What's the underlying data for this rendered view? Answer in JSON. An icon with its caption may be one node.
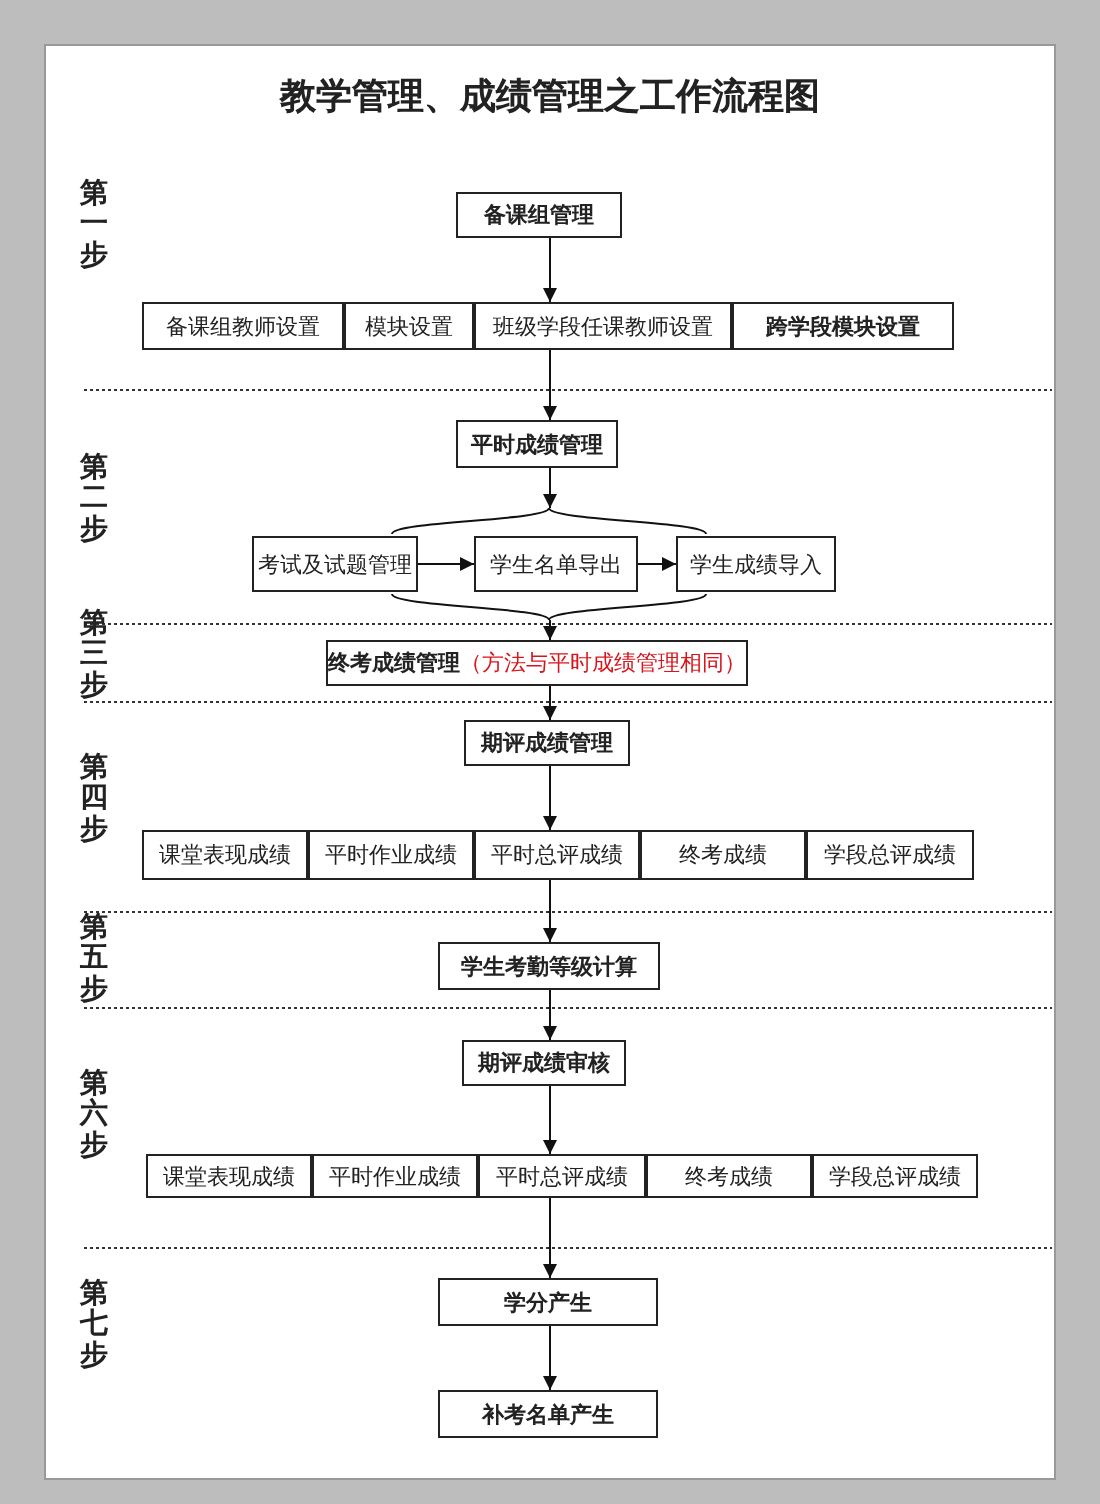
{
  "diagram": {
    "title": "教学管理、成绩管理之工作流程图",
    "nodes": [
      {
        "text": [
          "备课组管理"
        ]
      },
      {
        "text": [
          "备课组教师设置"
        ]
      },
      {
        "text": [
          "模块设置"
        ]
      },
      {
        "text": [
          "班级学段任课教师设置"
        ]
      },
      {
        "text": [
          "跨学段模块设置"
        ]
      },
      {
        "text": [
          "平时成绩管理"
        ]
      },
      {
        "text": [
          "考试及试题管理"
        ]
      },
      {
        "text": [
          "学生名单导出"
        ]
      },
      {
        "text": [
          "学生成绩导入"
        ]
      },
      {
        "text": [
          "终考成绩管理",
          "（方法与平时成绩管理相同）"
        ]
      },
      {
        "text": [
          "期评成绩管理"
        ]
      },
      {
        "text": [
          "课堂表现成绩"
        ]
      },
      {
        "text": [
          "平时作业成绩"
        ]
      },
      {
        "text": [
          "平时总评成绩"
        ]
      },
      {
        "text": [
          "终考成绩"
        ]
      },
      {
        "text": [
          "学段总评成绩"
        ]
      },
      {
        "text": [
          "学生考勤等级计算"
        ]
      },
      {
        "text": [
          "期评成绩审核"
        ]
      },
      {
        "text": [
          "课堂表现成绩"
        ]
      },
      {
        "text": [
          "平时作业成绩"
        ]
      },
      {
        "text": [
          "平时总评成绩"
        ]
      },
      {
        "text": [
          "终考成绩"
        ]
      },
      {
        "text": [
          "学段总评成绩"
        ]
      },
      {
        "text": [
          "学分产生"
        ]
      },
      {
        "text": [
          "补考名单产生"
        ]
      },
      {
        "text": [],
        "shape": "brace"
      },
      {
        "text": [],
        "shape": "brace"
      }
    ],
    "edges": [
      {
        "from": 0,
        "to": 3,
        "arrow": "to"
      },
      {
        "from": 3,
        "to": 5,
        "arrow": "to"
      },
      {
        "from": 5,
        "to": 25,
        "arrow": "to"
      },
      {
        "from": 6,
        "to": 7,
        "arrow": "to"
      },
      {
        "from": 7,
        "to": 8,
        "arrow": "to"
      },
      {
        "from": 26,
        "to": 9,
        "arrow": "to"
      },
      {
        "from": 9,
        "to": 10,
        "arrow": "to"
      },
      {
        "from": 10,
        "to": 13,
        "arrow": "to"
      },
      {
        "from": 13,
        "to": 16,
        "arrow": "to"
      },
      {
        "from": 16,
        "to": 17,
        "arrow": "to"
      },
      {
        "from": 17,
        "to": 20,
        "arrow": "to"
      },
      {
        "from": 20,
        "to": 23,
        "arrow": "to"
      },
      {
        "from": 23,
        "to": 24,
        "arrow": "to"
      }
    ],
    "labels": [
      "第一步",
      "第二步",
      "第三步",
      "第四步",
      "第五步",
      "第六步",
      "第七步"
    ]
  }
}
